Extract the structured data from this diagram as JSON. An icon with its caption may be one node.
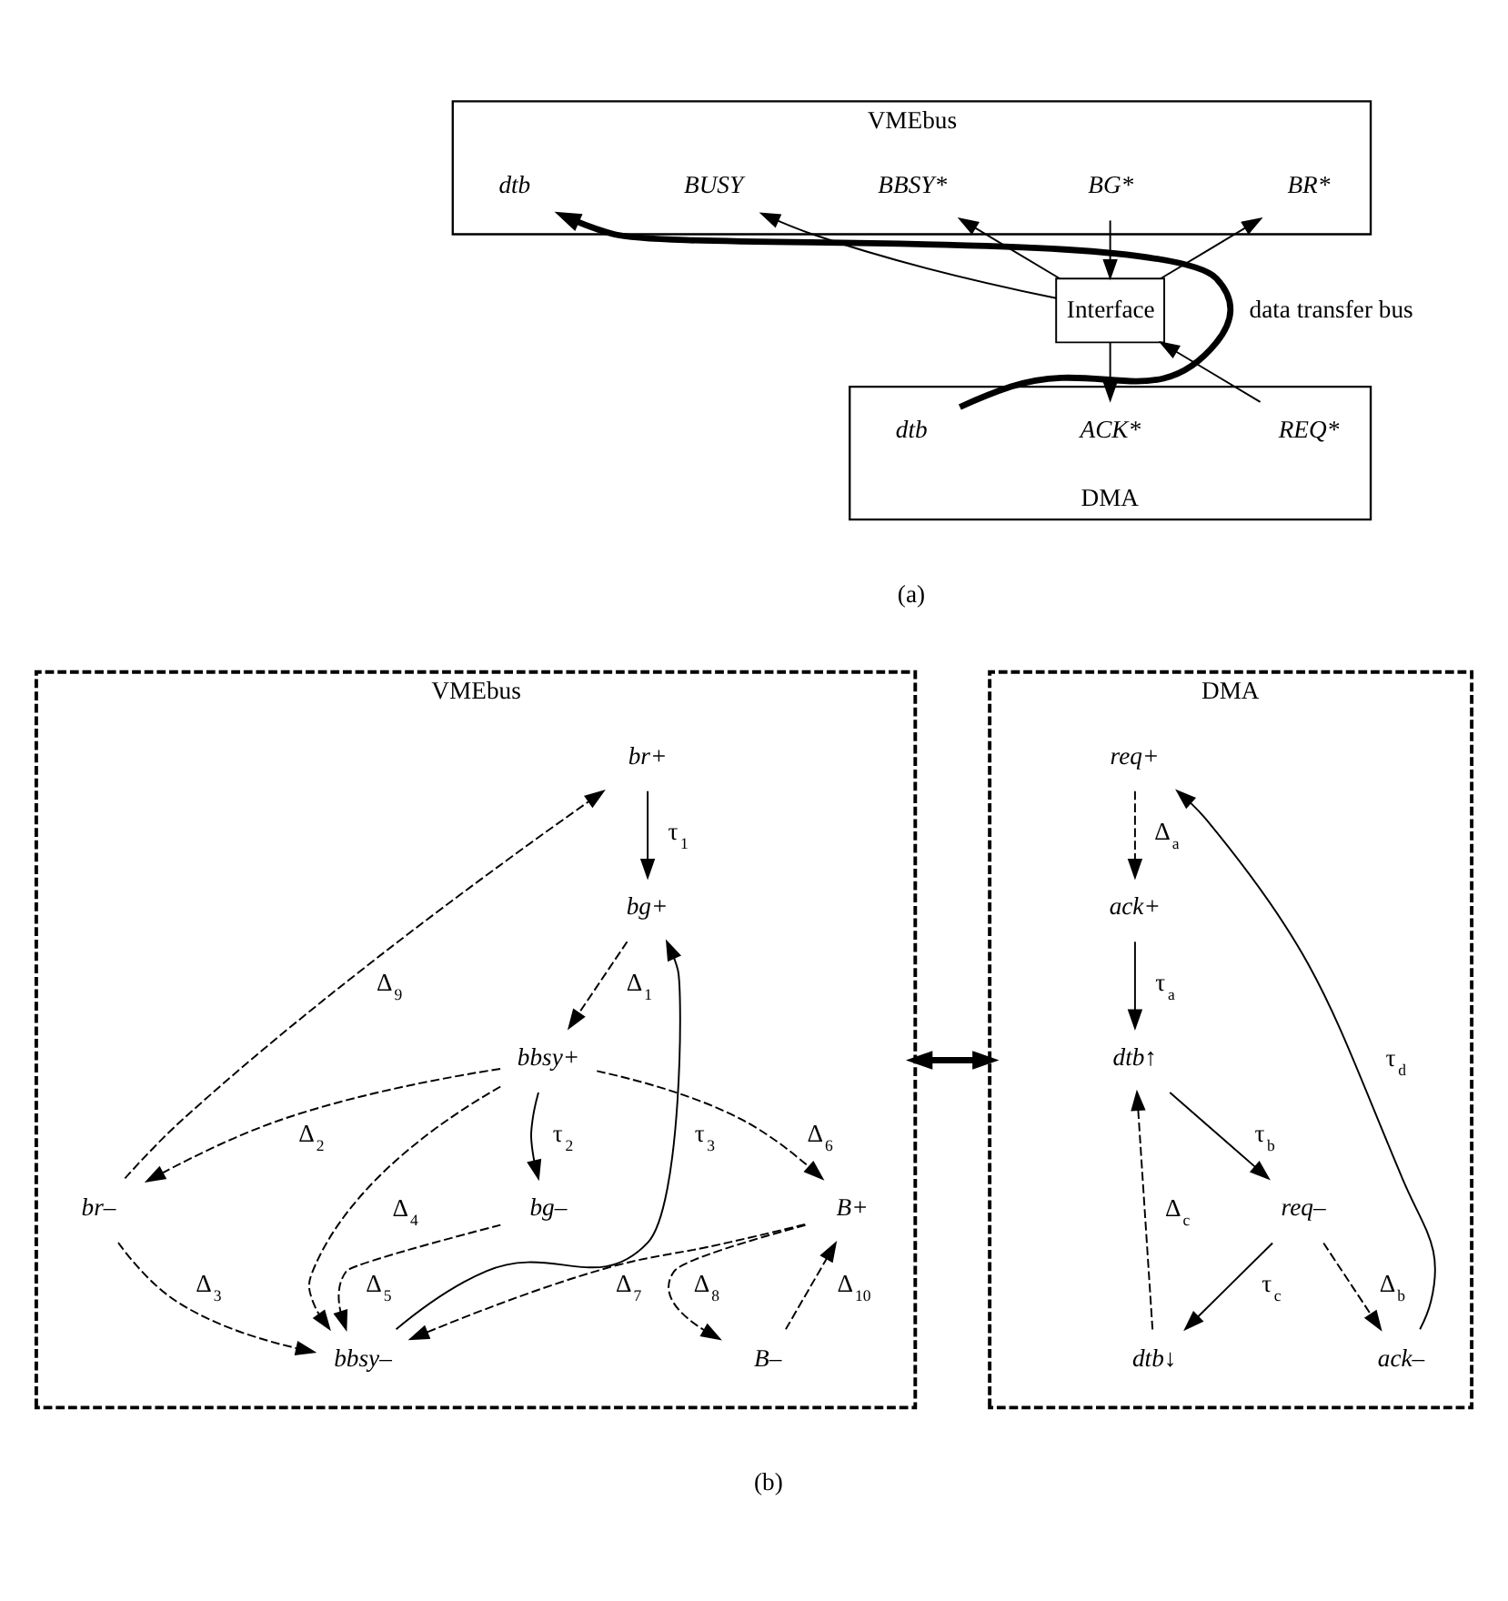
{
  "diagram": {
    "nodes": [
      {
        "text": [
          "VMEbus"
        ]
      },
      {
        "text": [
          "BR*"
        ],
        "in": 0
      },
      {
        "text": [
          "BG*"
        ],
        "in": 0
      },
      {
        "text": [
          "BBSY*"
        ],
        "in": 0
      },
      {
        "text": [
          "BUSY"
        ],
        "in": 0
      },
      {
        "text": [
          "dtb"
        ],
        "in": 0
      },
      {
        "text": [
          "Interface"
        ]
      },
      {
        "text": [
          "DMA"
        ]
      },
      {
        "text": [
          "REQ*"
        ],
        "in": 7
      },
      {
        "text": [
          "ACK*"
        ],
        "in": 7
      },
      {
        "text": [
          "dtb"
        ],
        "in": 7
      },
      {
        "text": [
          "VMEbus"
        ]
      },
      {
        "text": [
          "br+"
        ],
        "in": 11
      },
      {
        "text": [
          "bg+"
        ],
        "in": 11
      },
      {
        "text": [
          "br–"
        ],
        "in": 11
      },
      {
        "text": [
          "bbsy+"
        ],
        "in": 11
      },
      {
        "text": [
          "B+"
        ],
        "in": 11
      },
      {
        "text": [
          "bg–"
        ],
        "in": 11
      },
      {
        "text": [
          "bbsy–"
        ],
        "in": 11
      },
      {
        "text": [
          "B–"
        ],
        "in": 11
      },
      {
        "text": [
          "DMA"
        ]
      },
      {
        "text": [
          "req+"
        ],
        "in": 20
      },
      {
        "text": [
          "ack+"
        ],
        "in": 20
      },
      {
        "text": [
          "dtb↑"
        ],
        "in": 20
      },
      {
        "text": [
          "req–"
        ],
        "in": 20
      },
      {
        "text": [
          "ack–"
        ],
        "in": 20
      },
      {
        "text": [
          "dtb↓"
        ],
        "in": 20
      }
    ],
    "edges": [
      {
        "from": 6,
        "to": 1,
        "arrow": "to"
      },
      {
        "from": 2,
        "to": 6,
        "arrow": "to"
      },
      {
        "from": 6,
        "to": 3,
        "arrow": "to"
      },
      {
        "from": 6,
        "to": 4,
        "arrow": "to"
      },
      {
        "from": 8,
        "to": 6,
        "arrow": "to"
      },
      {
        "from": 6,
        "to": 9,
        "arrow": "to"
      },
      {
        "from": 10,
        "to": 5,
        "arrow": "to",
        "label": "data transfer bus",
        "style": "thick"
      },
      {
        "from": 12,
        "to": 13,
        "arrow": "to",
        "label": "τ$_{1}$"
      },
      {
        "from": 13,
        "to": 15,
        "arrow": "to",
        "label": "Δ$_{1}$",
        "style": "dashed"
      },
      {
        "from": 15,
        "to": 14,
        "arrow": "to",
        "label": "Δ$_{2}$",
        "style": "dashed"
      },
      {
        "from": 14,
        "to": 12,
        "arrow": "to",
        "label": "Δ$_{9}$",
        "style": "dashed"
      },
      {
        "from": 18,
        "to": 13,
        "arrow": "to",
        "label": "τ$_{3}$"
      },
      {
        "from": 11,
        "to": 20,
        "arrow": "both",
        "style": "thick"
      },
      {
        "from": 14,
        "to": 18,
        "arrow": "to",
        "label": "Δ$_{3}$",
        "style": "dashed"
      },
      {
        "from": 15,
        "to": 16,
        "arrow": "to",
        "label": "Δ$_{6}$",
        "style": "dashed"
      },
      {
        "from": 15,
        "to": 18,
        "arrow": "to",
        "label": "Δ$_{4}$",
        "style": "dashed"
      },
      {
        "from": 15,
        "to": 17,
        "arrow": "to",
        "label": "τ$_{2}$"
      },
      {
        "from": 17,
        "to": 18,
        "arrow": "to",
        "label": "Δ$_{5}$",
        "style": "dashed"
      },
      {
        "from": 16,
        "to": 18,
        "arrow": "to",
        "label": "Δ$_{7}$",
        "style": "dashed"
      },
      {
        "from": 16,
        "to": 19,
        "arrow": "to",
        "label": "Δ$_{8}$",
        "style": "dashed"
      },
      {
        "from": 19,
        "to": 16,
        "arrow": "to",
        "label": "Δ$_{10}$",
        "style": "dashed"
      },
      {
        "from": 25,
        "to": 21,
        "arrow": "to",
        "label": "τ$_{d}$"
      },
      {
        "from": 21,
        "to": 22,
        "arrow": "to",
        "label": "Δ$_{a}$",
        "style": "dashed"
      },
      {
        "from": 22,
        "to": 23,
        "arrow": "to",
        "label": "τ$_{a}$"
      },
      {
        "from": 23,
        "to": 24,
        "arrow": "to",
        "label": "τ$_{b}$"
      },
      {
        "from": 24,
        "to": 25,
        "arrow": "to",
        "label": "Δ$_{b}$",
        "style": "dashed"
      },
      {
        "from": 24,
        "to": 26,
        "arrow": "to",
        "label": "τ$_{c}$"
      },
      {
        "from": 26,
        "to": 23,
        "arrow": "to",
        "label": "Δ$_{c}$",
        "style": "dashed"
      }
    ],
    "labels": [
      "(a)",
      "(b)"
    ]
  }
}
